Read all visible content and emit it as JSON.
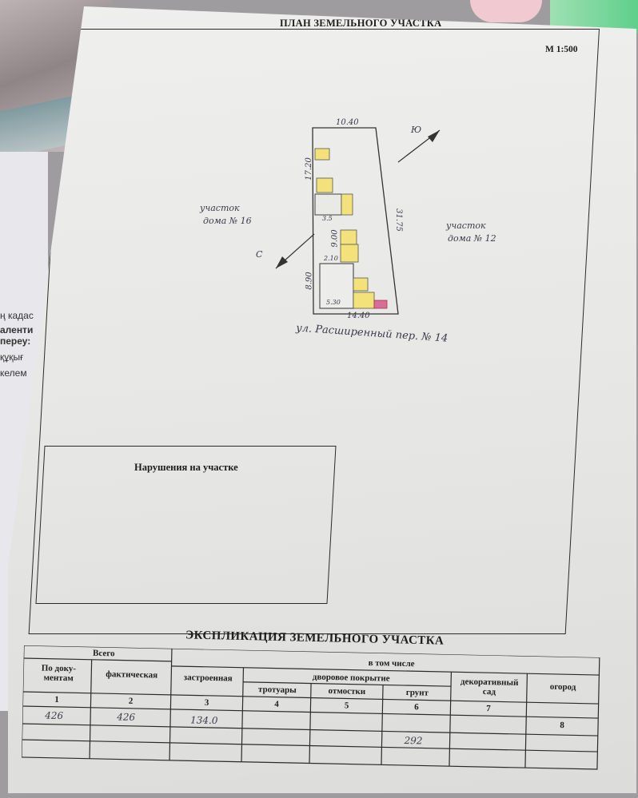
{
  "document": {
    "title": "ПЛАН ЗЕМЕЛЬНОГО УЧАСТКА",
    "scale": "М 1:500",
    "violations_label": "Нарушения на участке"
  },
  "plan": {
    "dimensions": {
      "top": "10.40",
      "right": "31.75",
      "bottom": "14.40",
      "left_upper": "17.20",
      "left_middle": "9.00",
      "left_lower": "8.90",
      "offset_a": "3.5",
      "offset_b": "2.10",
      "bottom_inner": "5.30"
    },
    "labels": {
      "neighbor_left_1": "участок",
      "neighbor_left_2": "дома № 16",
      "neighbor_right_1": "участок",
      "neighbor_right_2": "дома № 12",
      "street": "ул. Расширенный пер. № 14",
      "north": "Ю",
      "south": "С"
    }
  },
  "explication": {
    "title": "ЭКСПЛИКАЦИЯ ЗЕМЕЛЬНОГО УЧАСТКА",
    "headers": {
      "total": "Всего",
      "by_documents": "По доку-\nментам",
      "actual": "фактическая",
      "built": "застроенная",
      "including": "в том числе",
      "yard_cover": "дворовое покрытие",
      "sidewalks": "тротуары",
      "blind_area": "отмостки",
      "soil": "грунт",
      "decorative_garden": "декоративный\nсад",
      "vegetable_garden": "огород"
    },
    "column_numbers": [
      "1",
      "2",
      "3",
      "4",
      "5",
      "6",
      "7",
      "8"
    ],
    "values": {
      "by_documents": "426",
      "actual": "426",
      "built": "134.0",
      "soil": "292"
    }
  },
  "colors": {
    "paper": "#e6e6e4",
    "ink": "#1d1d1d",
    "building_fill": "#f3e27a",
    "outline_red": "#b0303a"
  }
}
